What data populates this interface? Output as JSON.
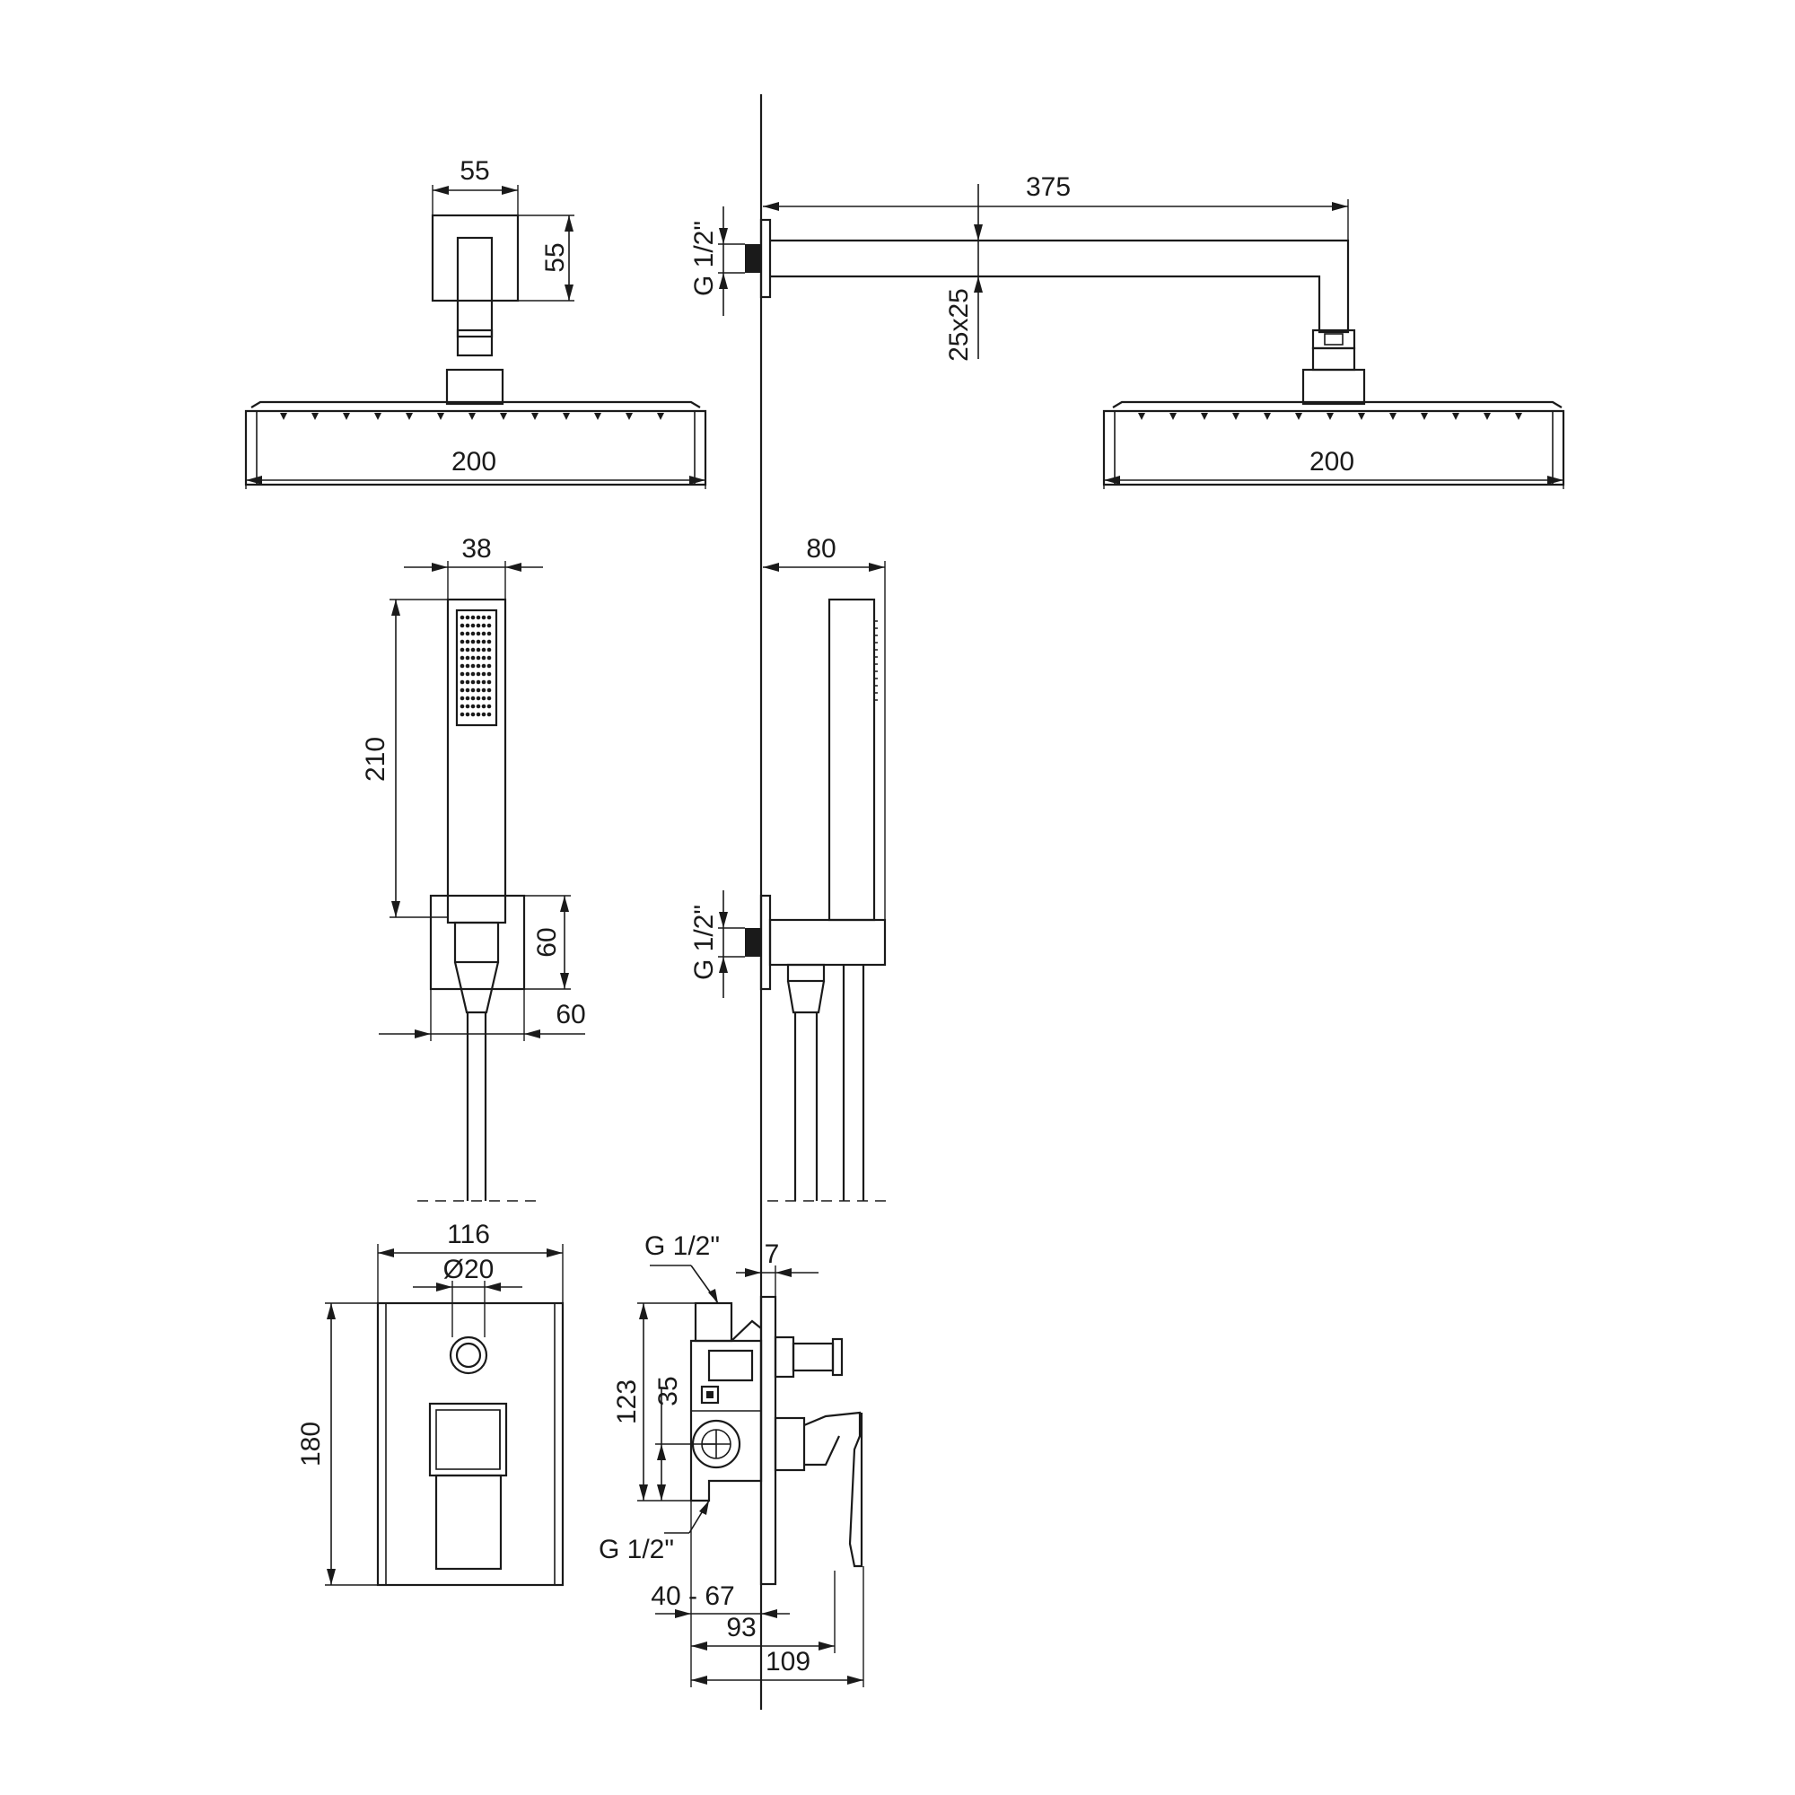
{
  "dimensions": {
    "head_mount_width": "55",
    "head_mount_height": "55",
    "head_width_front": "200",
    "arm_length": "375",
    "arm_thread": "G 1/2\"",
    "arm_section": "25x25",
    "head_width_side": "200",
    "hand_width": "38",
    "hand_length": "210",
    "holder_height": "60",
    "holder_width": "60",
    "hand_projection": "80",
    "holder_thread": "G 1/2\"",
    "plate_width": "116",
    "button_diameter": "Ø20",
    "plate_height": "180",
    "valve_inlet_top": "G 1/2\"",
    "plate_thickness": "7",
    "valve_body_height": "123",
    "valve_offset": "35",
    "valve_inlet_bottom": "G 1/2\"",
    "install_depth": "40 - 67",
    "depth_93": "93",
    "depth_109": "109"
  }
}
